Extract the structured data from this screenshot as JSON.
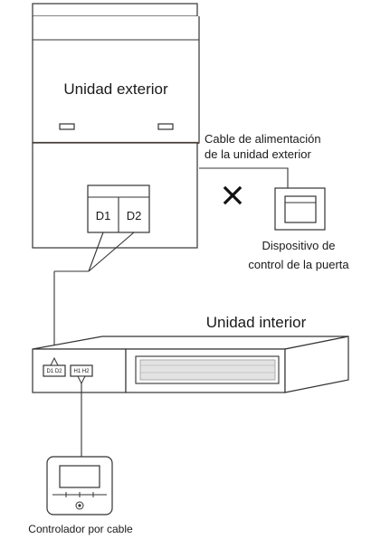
{
  "outdoor_unit": {
    "label": "Unidad exterior",
    "terminal_left": "D1",
    "terminal_right": "D2"
  },
  "power_cable": {
    "line1": "Cable de alimentación",
    "line2": "de la unidad exterior"
  },
  "door_control": {
    "line1": "Dispositivo de",
    "line2": "control de la puerta",
    "status_icon": "cross-mark-icon"
  },
  "indoor_unit": {
    "label": "Unidad interior",
    "port_d": "D1 D2",
    "port_h": "H1 H2"
  },
  "wired_controller": {
    "label": "Controlador por cable"
  },
  "colors": {
    "separator": "#6b4a3a",
    "line": "#333333"
  }
}
